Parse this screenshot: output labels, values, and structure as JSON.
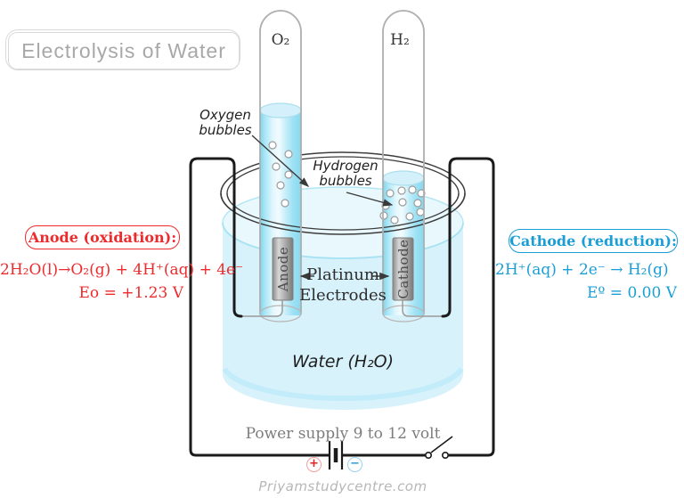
{
  "page": {
    "title": "Electrolysis of Water",
    "watermark": "Priyamstudycentre.com"
  },
  "tubes": {
    "oxygen_gas_label": "O₂",
    "hydrogen_gas_label": "H₂",
    "oxygen_bubbles_label": {
      "line1": "Oxygen",
      "line2": "bubbles"
    },
    "hydrogen_bubbles_label": {
      "line1": "Hydrogen",
      "line2": "bubbles"
    }
  },
  "electrodes": {
    "platinum_label": {
      "line1": "Platinum",
      "line2": "Electrodes"
    },
    "anode_bar_label": "Anode",
    "cathode_bar_label": "Cathode"
  },
  "anode": {
    "heading": "Anode (oxidation):",
    "equation": "2H₂O(l)→O₂(g) + 4H⁺(aq) + 4e⁻",
    "potential": "Eo = +1.23 V",
    "color": "#ee2b2c"
  },
  "cathode": {
    "heading": "Cathode (reduction):",
    "equation": "2H⁺(aq) + 2e⁻ → H₂(g)",
    "potential": "Eº = 0.00 V",
    "color": "#1b9ed6"
  },
  "beaker": {
    "water_label": "Water (H₂O)"
  },
  "power": {
    "label": "Power supply 9 to 12 volt",
    "positive": "+",
    "negative": "−"
  }
}
